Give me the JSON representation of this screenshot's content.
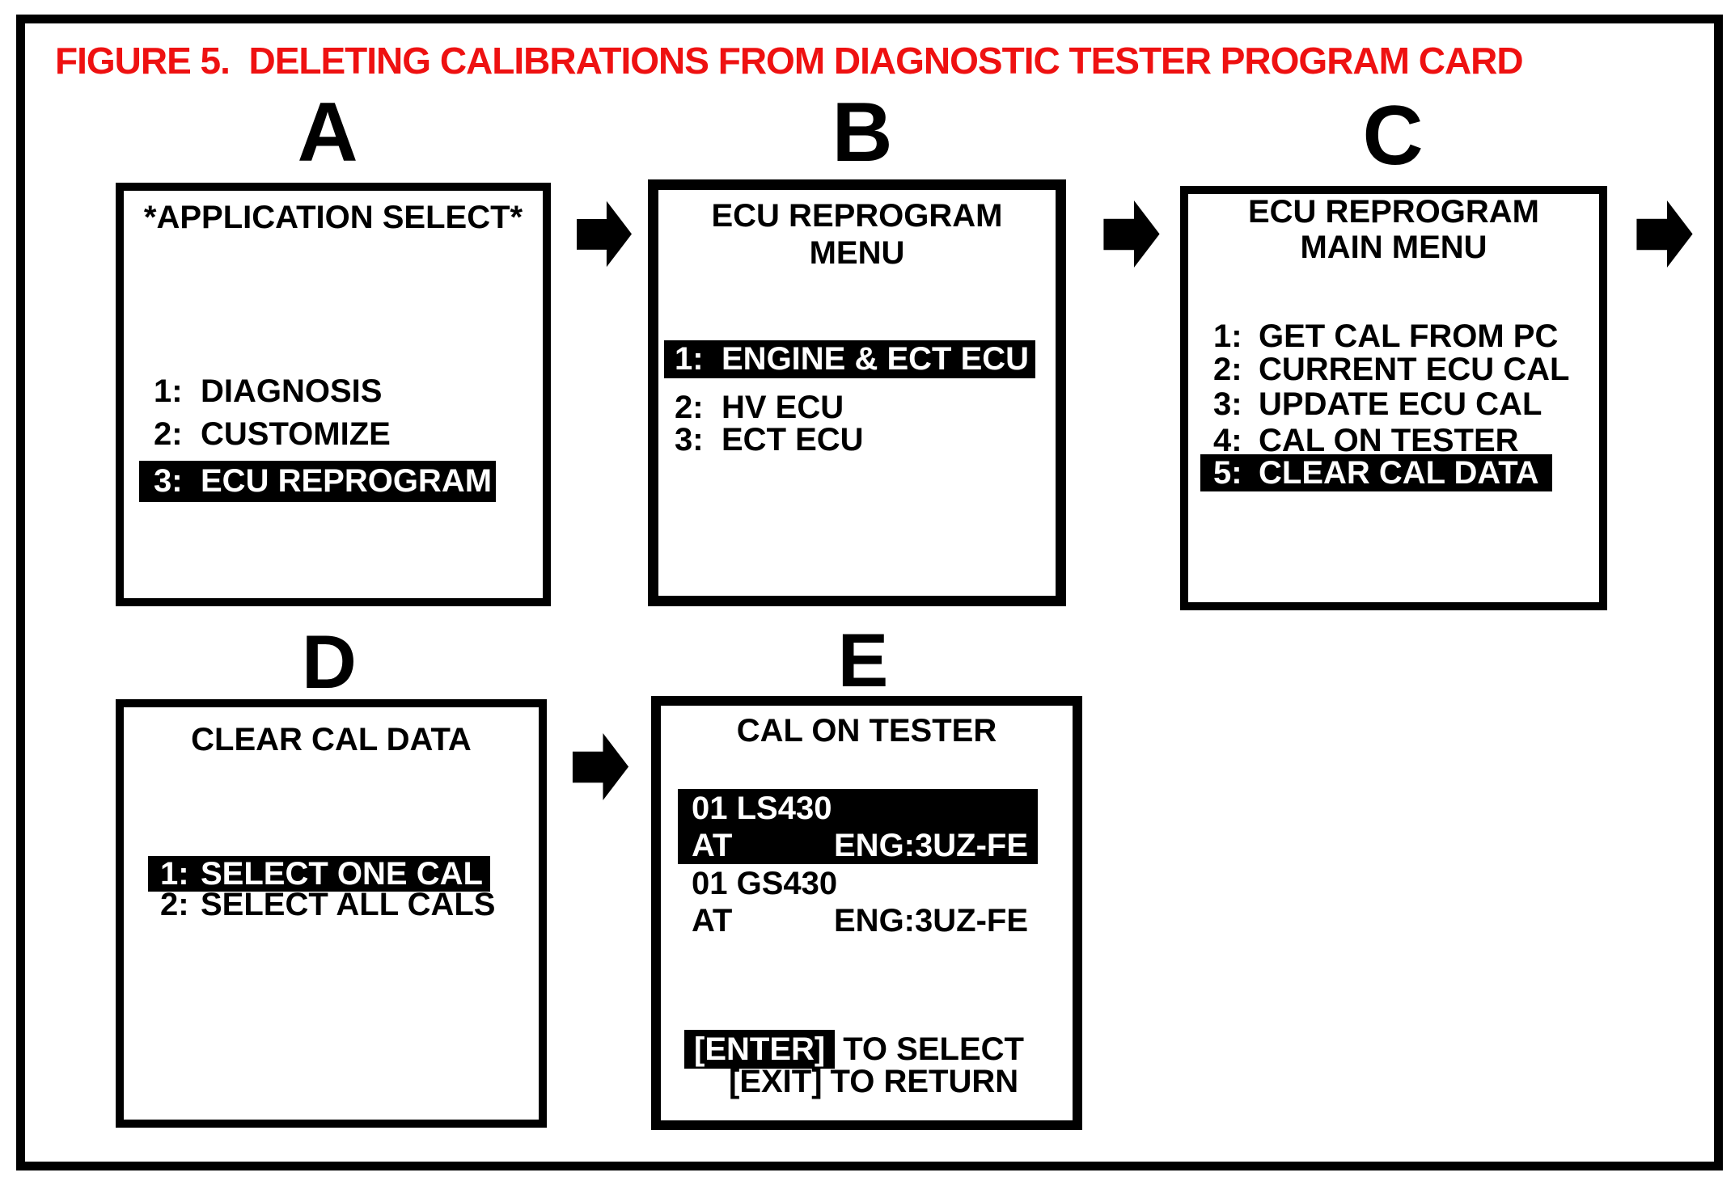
{
  "figure": {
    "title": "FIGURE 5.  DELETING CALIBRATIONS FROM DIAGNOSTIC TESTER PROGRAM CARD"
  },
  "colors": {
    "title_red": "#ee1111",
    "ink": "#000000",
    "paper": "#ffffff"
  },
  "screens": {
    "a": {
      "label": "A",
      "title": "*APPLICATION SELECT*",
      "items": [
        {
          "num": "1:",
          "label": "DIAGNOSIS",
          "highlighted": false
        },
        {
          "num": "2:",
          "label": "CUSTOMIZE",
          "highlighted": false
        },
        {
          "num": "3:",
          "label": "ECU REPROGRAM",
          "highlighted": true
        }
      ]
    },
    "b": {
      "label": "B",
      "title_line1": "ECU REPROGRAM",
      "title_line2": "MENU",
      "items": [
        {
          "num": "1:",
          "label": "ENGINE & ECT ECU",
          "highlighted": true
        },
        {
          "num": "2:",
          "label": "HV ECU",
          "highlighted": false
        },
        {
          "num": "3:",
          "label": "ECT ECU",
          "highlighted": false
        }
      ]
    },
    "c": {
      "label": "C",
      "title_line1": "ECU REPROGRAM",
      "title_line2": "MAIN MENU",
      "items": [
        {
          "num": "1:",
          "label": "GET CAL FROM PC",
          "highlighted": false
        },
        {
          "num": "2:",
          "label": "CURRENT ECU CAL",
          "highlighted": false
        },
        {
          "num": "3:",
          "label": "UPDATE ECU CAL",
          "highlighted": false
        },
        {
          "num": "4:",
          "label": "CAL ON TESTER",
          "highlighted": false
        },
        {
          "num": "5:",
          "label": "CLEAR CAL DATA",
          "highlighted": true
        }
      ]
    },
    "d": {
      "label": "D",
      "title": "CLEAR CAL DATA",
      "items": [
        {
          "num": "1:",
          "label": "SELECT ONE CAL",
          "highlighted": true
        },
        {
          "num": "2:",
          "label": "SELECT ALL CALS",
          "highlighted": false
        }
      ]
    },
    "e": {
      "label": "E",
      "title": "CAL ON TESTER",
      "entries": [
        {
          "line1": "01 LS430",
          "trans": "AT",
          "engine": "ENG:3UZ-FE",
          "highlighted": true
        },
        {
          "line1": "01 GS430",
          "trans": "AT",
          "engine": "ENG:3UZ-FE",
          "highlighted": false
        }
      ],
      "footer": {
        "enter_key": "[ENTER]",
        "enter_action": "TO SELECT",
        "exit_key": "[EXIT]",
        "exit_action": "TO RETURN"
      }
    }
  }
}
